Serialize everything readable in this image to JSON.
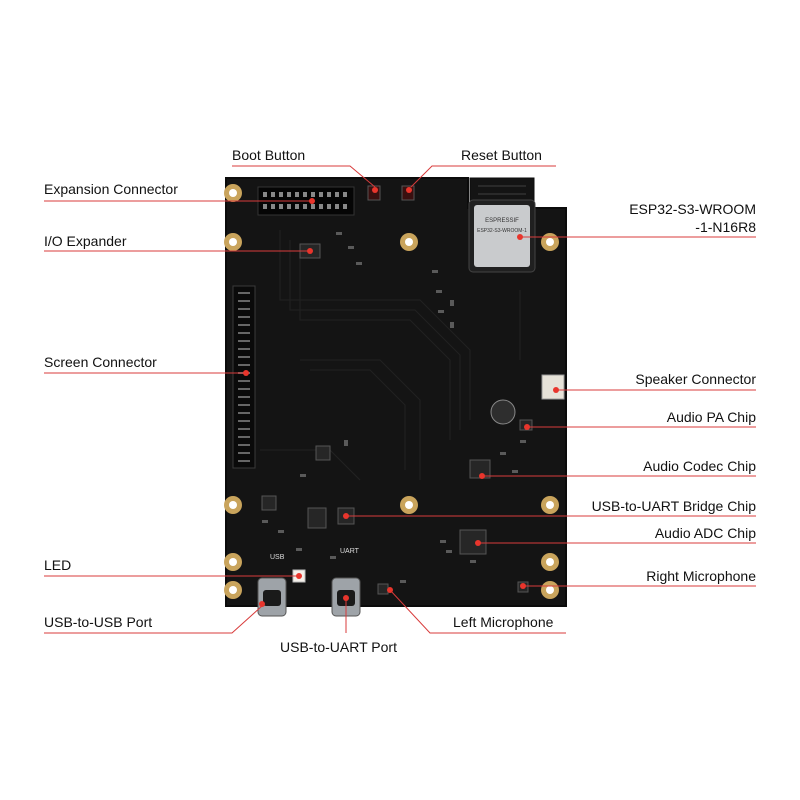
{
  "colors": {
    "board": "#141414",
    "board_edge": "#0b0b0b",
    "leader": "#d83b3b",
    "dot": "#e8352c",
    "pad": "#c9a45c",
    "text": "#111111"
  },
  "board_silkscreen": {
    "usb": "USB",
    "uart": "UART",
    "module_brand": "ESPRESSIF",
    "module_name": "ESP32-S3-WROOM-1"
  },
  "labels": {
    "boot_button": "Boot Button",
    "reset_button": "Reset Button",
    "expansion_connector": "Expansion Connector",
    "module_line1": "ESP32-S3-WROOM",
    "module_line2": "-1-N16R8",
    "io_expander": "I/O Expander",
    "screen_connector": "Screen Connector",
    "speaker_connector": "Speaker Connector",
    "audio_pa_chip": "Audio PA Chip",
    "audio_codec_chip": "Audio Codec Chip",
    "usb_uart_bridge": "USB-to-UART Bridge Chip",
    "audio_adc_chip": "Audio ADC Chip",
    "led": "LED",
    "right_microphone": "Right Microphone",
    "usb_usb_port": "USB-to-USB Port",
    "left_microphone": "Left Microphone",
    "usb_uart_port": "USB-to-UART Port"
  }
}
